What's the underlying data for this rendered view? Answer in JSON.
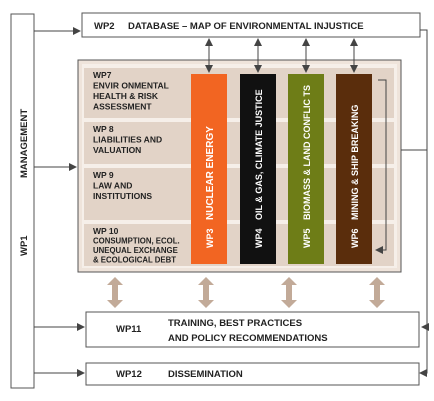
{
  "wp1": {
    "code": "WP1",
    "label": "MANAGEMENT"
  },
  "wp2": {
    "code": "WP2",
    "label": "DATABASE  – MAP OF ENVIRONMENTAL INJUSTICE"
  },
  "rows": [
    {
      "code": "WP7",
      "lines": [
        "ENVIR ONMENTAL",
        "HEALTH & RISK",
        "ASSESSMENT"
      ]
    },
    {
      "code": "WP 8",
      "lines": [
        "LIABILITIES AND",
        "VALUATION"
      ]
    },
    {
      "code": "WP 9",
      "lines": [
        "LAW AND",
        "INSTITUTIONS"
      ]
    },
    {
      "code": "WP 10",
      "lines": [
        "CONSUMPTION, ECOL.",
        "UNEQUAL EXCHANGE",
        "& ECOLOGICAL DEBT"
      ]
    }
  ],
  "columns": [
    {
      "code": "WP3",
      "label": "NUCLEAR ENERGY",
      "color": "#f26522",
      "text_color": "#ffffff"
    },
    {
      "code": "WP4",
      "label": "OIL & GAS,  CLIMATE  JUSTICE",
      "color": "#111111",
      "text_color": "#ffffff"
    },
    {
      "code": "WP5",
      "label": "BIOMASS & LAND CONFLIC     TS",
      "color": "#6e7d17",
      "text_color": "#ffffff"
    },
    {
      "code": "WP6",
      "label": "MINING & SHIP BREAKING",
      "color": "#5a2d0c",
      "text_color": "#ffffff"
    }
  ],
  "wp11": {
    "code": "WP11",
    "lines": [
      "TRAINING, BEST PRACTICES",
      "AND POLICY RECOMMENDATIONS"
    ]
  },
  "wp12": {
    "code": "WP12",
    "label": "DISSEMINATION"
  },
  "colors": {
    "panel": "#efe4db",
    "row": "#e2d3c7",
    "arrow": "#c2aa98",
    "line": "#555555"
  }
}
